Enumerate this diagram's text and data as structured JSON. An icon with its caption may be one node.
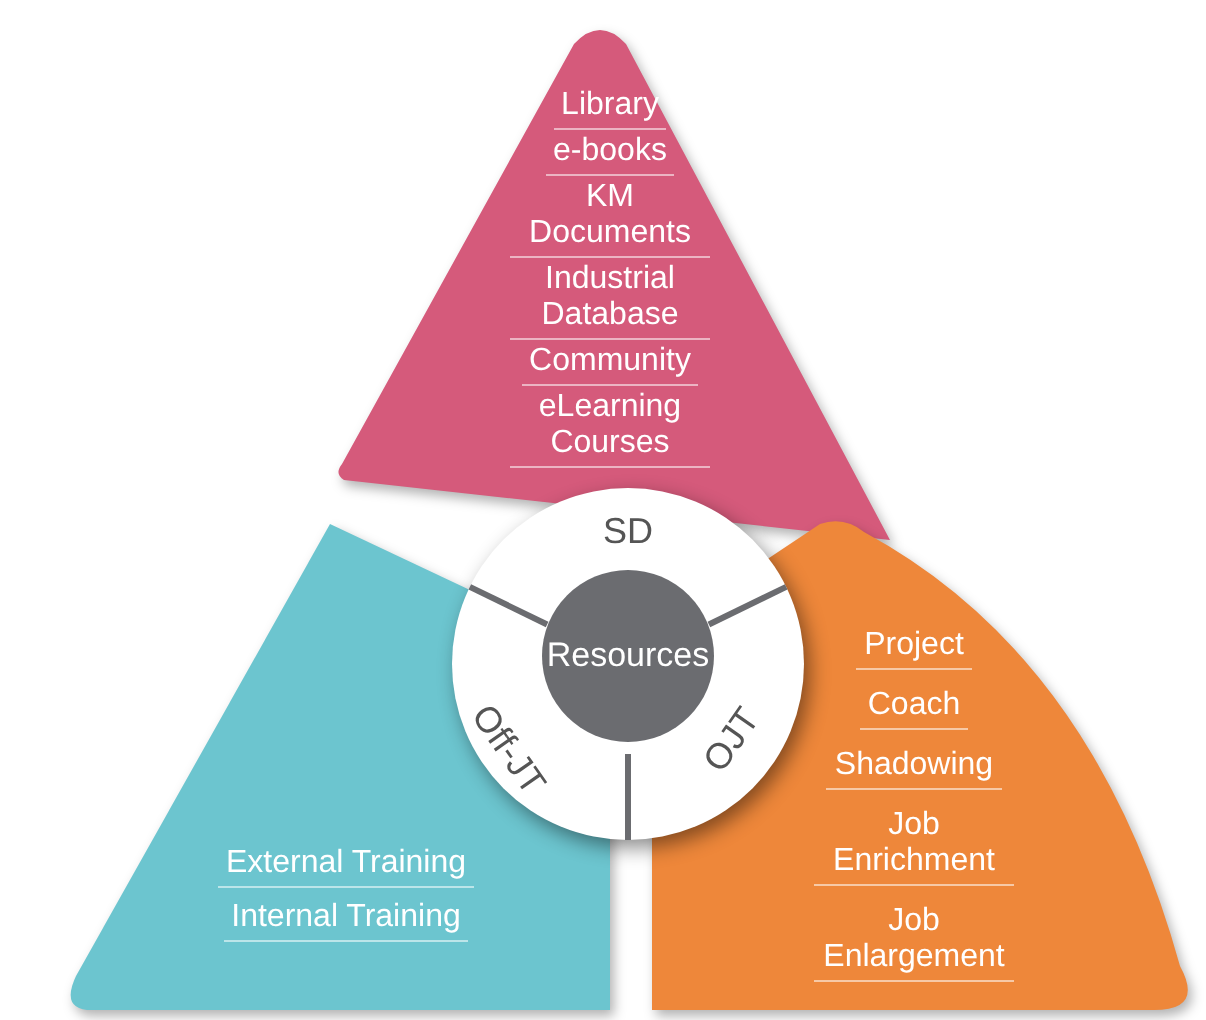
{
  "diagram": {
    "nodes": [
      {
        "text": [
          "Library",
          "e-books",
          "KM Documents",
          "Industrial Database",
          "Community",
          "eLearning Courses"
        ]
      },
      {
        "text": [
          "External Training",
          "Internal Training"
        ]
      },
      {
        "text": [
          "Project",
          "Coach",
          "Shadowing",
          "Job Enrichment",
          "Job Enlargement"
        ]
      },
      {
        "text": [
          "SD",
          "Off-JT",
          "OJT"
        ]
      },
      {
        "text": [
          "Resources"
        ],
        "in": 3
      }
    ]
  }
}
